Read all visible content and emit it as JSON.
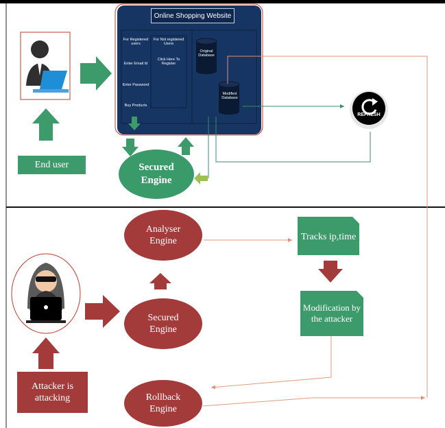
{
  "website": {
    "title": "Online Shopping Website",
    "registered_label": "For Registered users",
    "email_label": "Enter Email Id",
    "password_label": "Enter Password",
    "buy_label": "Buy Products",
    "not_registered_label": "For Not registered Users",
    "register_link": "Click Here To Register",
    "original_db": "Original Database",
    "modified_db": "Modified Database"
  },
  "refresh": {
    "label": "REFRESH"
  },
  "top": {
    "end_user_label": "End user",
    "secured_engine": "Secured Engine"
  },
  "bottom": {
    "analyser_engine": "Analyser Engine",
    "secured_engine": "Secured Engine",
    "rollback_engine": "Rollback Engine",
    "tracks": "Tracks ip,time",
    "modification": "Modification by the attacker",
    "attacker_label": "Attacker is attacking"
  },
  "colors": {
    "navy": "#163563",
    "teal_green": "#3d9a6a",
    "node_green": "#3a9a6a",
    "maroon": "#a33b3b",
    "line_orange": "#e39a7a"
  }
}
